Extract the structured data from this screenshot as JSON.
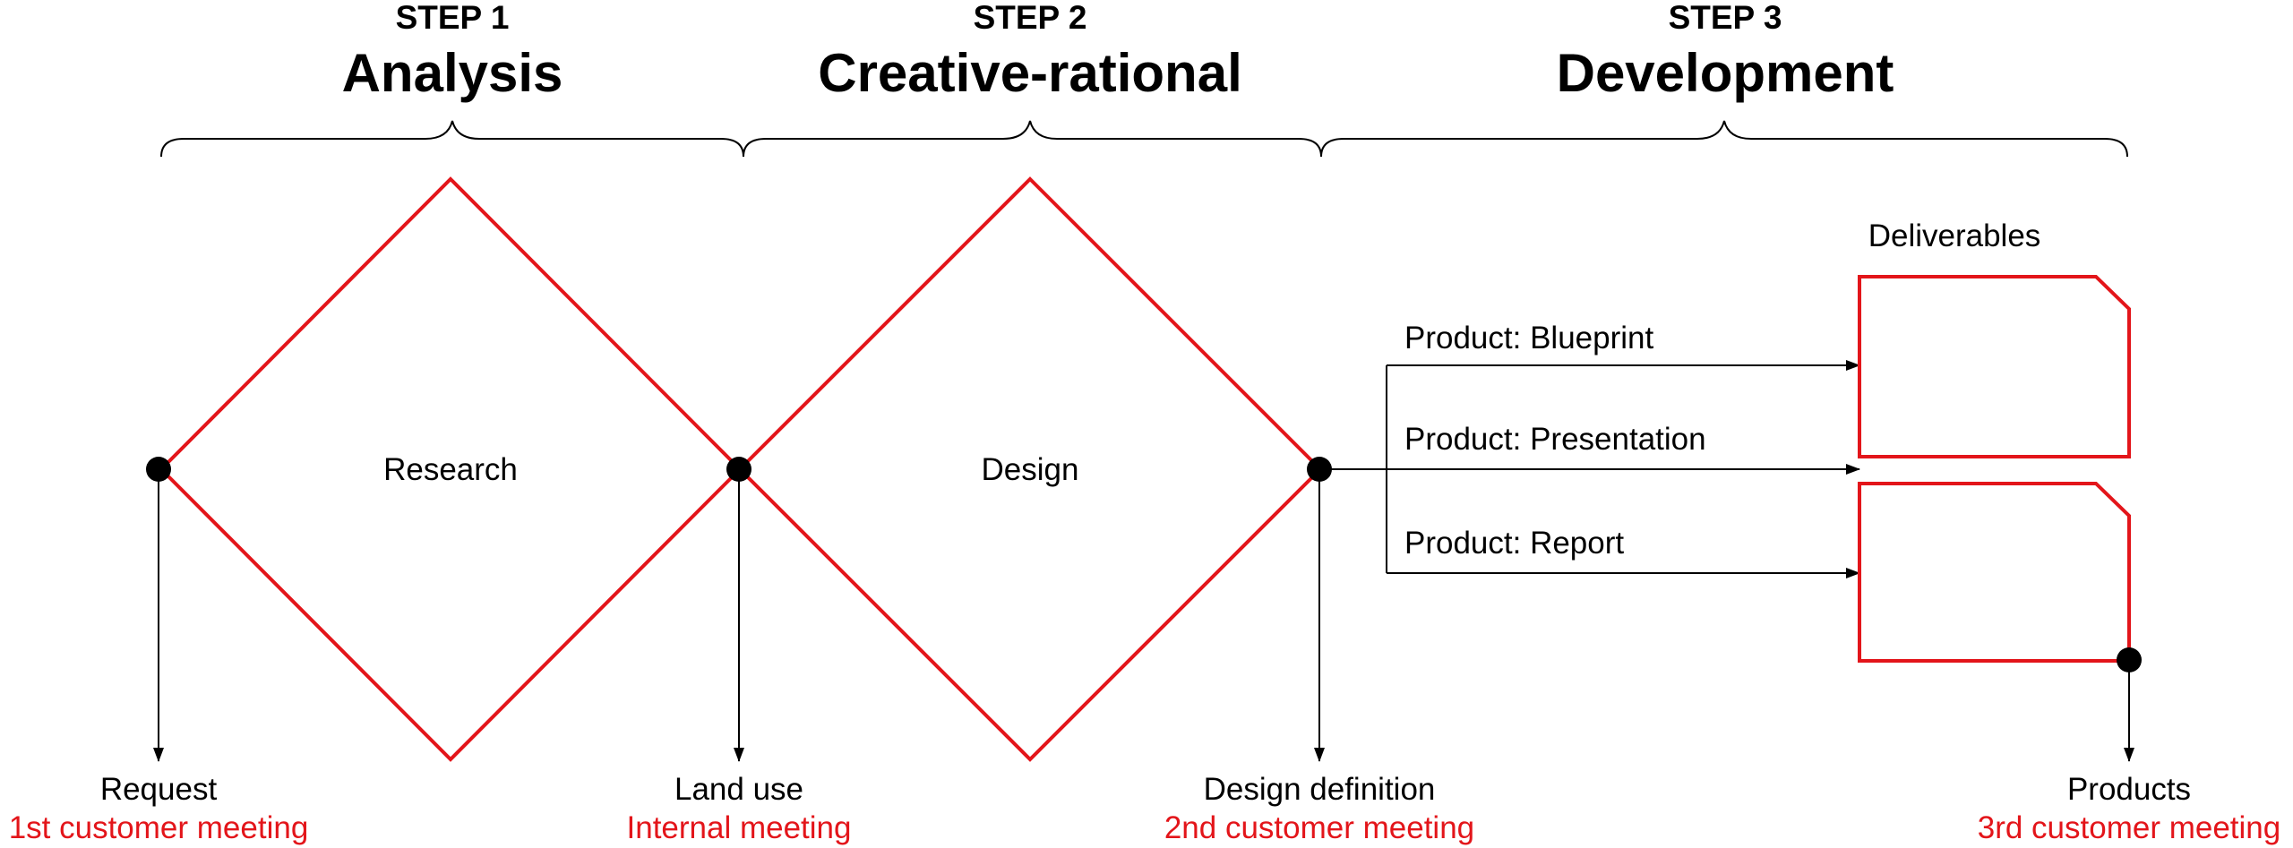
{
  "steps": [
    {
      "label": "STEP 1",
      "title": "Analysis"
    },
    {
      "label": "STEP 2",
      "title": "Creative-rational"
    },
    {
      "label": "STEP 3",
      "title": "Development"
    }
  ],
  "phases": [
    {
      "label": "Research"
    },
    {
      "label": "Design"
    }
  ],
  "deliverables": {
    "label": "Deliverables",
    "products": [
      "Product: Blueprint",
      "Product: Presentation",
      "Product: Report"
    ]
  },
  "milestones": [
    {
      "label": "Request",
      "meeting": "1st customer meeting"
    },
    {
      "label": "Land use",
      "meeting": "Internal meeting"
    },
    {
      "label": "Design definition",
      "meeting": "2nd customer meeting"
    },
    {
      "label": "Products",
      "meeting": "3rd customer meeting"
    }
  ],
  "colors": {
    "accent": "#e3151a",
    "line": "#000000"
  }
}
